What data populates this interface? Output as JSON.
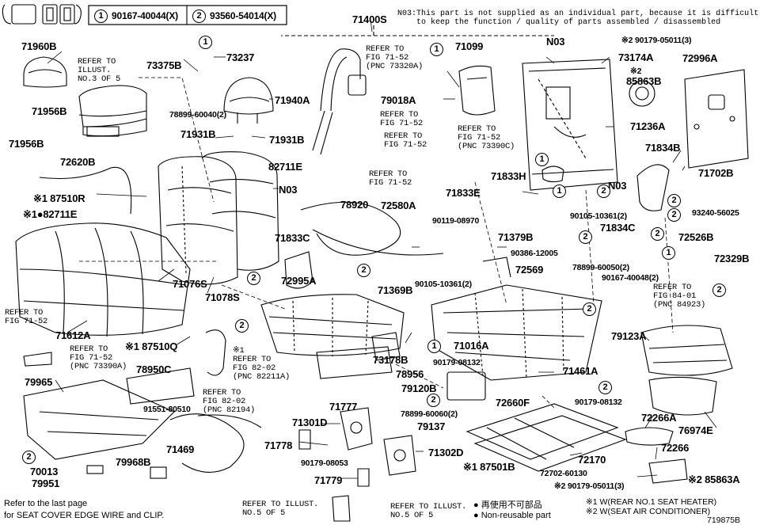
{
  "header": {
    "legend_part_1_num": "1",
    "legend_part_1": "90167-40044(X)",
    "legend_part_2_num": "2",
    "legend_part_2": "93560-54014(X)",
    "main_part": "71400S",
    "note_n03": "N03:This part is not supplied as an individual part, because it is difficult\n    to keep the function / quality of parts assembled / disassembled"
  },
  "labels": {
    "p71960B": "71960B",
    "p73375B": "73375B",
    "p73237": "73237",
    "p71956B_a": "71956B",
    "p71956B_b": "71956B",
    "p78899_60040": "78899-60040(2)",
    "p71940A": "71940A",
    "p71931B_a": "71931B",
    "p71931B_b": "71931B",
    "p72620B": "72620B",
    "p87510R": "※1 87510R",
    "p82711E_a": "※1●82711E",
    "p82711E_b": "82711E",
    "pN03_a": "N03",
    "p71099": "71099",
    "p79018A": "79018A",
    "pN03_b": "N03",
    "p73174A": "73174A",
    "p90179_05011_top": "※2 90179-05011(3)",
    "p72996A": "72996A",
    "p85863B": "85863B",
    "p85863B_mark": "※2",
    "p71236A": "71236A",
    "p71834B": "71834B",
    "p71702B": "71702B",
    "p71833H": "71833H",
    "pN03_c": "N03",
    "p71833E": "71833E",
    "p78920": "78920",
    "p72580A": "72580A",
    "p90119_08970": "90119-08970",
    "p90105_10361_a": "90105-10361(2)",
    "p93240_56025": "93240-56025",
    "p71379B": "71379B",
    "p71834C": "71834C",
    "p72526B": "72526B",
    "p72329B": "72329B",
    "p71833C": "71833C",
    "p90386_12005": "90386-12005",
    "p78899_60050": "78899-60050(2)",
    "p72569": "72569",
    "p90167_40048": "90167-40048(2)",
    "p72995A": "72995A",
    "p90105_10361_b": "90105-10361(2)",
    "p71076S": "71076S",
    "p71078S": "71078S",
    "p71369B": "71369B",
    "p71612A": "71612A",
    "p87510Q": "※1 87510Q",
    "p71016A": "71016A",
    "p79123A": "79123A",
    "p78950C": "78950C",
    "p73178B": "73178B",
    "p90179_08132_a": "90179-08132",
    "p71461A": "71461A",
    "p79965": "79965",
    "p78956": "78956",
    "p79120B": "79120B",
    "p72660F": "72660F",
    "p90179_08132_b": "90179-08132",
    "p91551_80510": "91551-80510",
    "p71777": "71777",
    "p78899_60060": "78899-60060(2)",
    "p72266A": "72266A",
    "p71301D": "71301D",
    "p79137": "79137",
    "p76974E": "76974E",
    "p71469": "71469",
    "p71778": "71778",
    "p71302D": "71302D",
    "p72266": "72266",
    "p79968B": "79968B",
    "p90179_08053": "90179-08053",
    "p72170": "72170",
    "p70013": "70013",
    "p87501B": "※1 87501B",
    "p72702_60130": "72702-60130",
    "p79951": "79951",
    "p71779": "71779",
    "p90179_05011_bot": "※2 90179-05011(3)",
    "p85863A": "※2 85863A"
  },
  "refs": {
    "r_illust3": "REFER TO\nILLUST.\nNO.3 OF 5",
    "r_71_52_a": "REFER TO\nFIG 71-52\n(PNC 73320A)",
    "r_71_52_b": "REFER TO\nFIG 71-52",
    "r_71_52_c": "REFER TO\nFIG 71-52",
    "r_71_52_d": "REFER TO\nFIG 71-52\n(PNC 73390C)",
    "r_71_52_e": "REFER TO\nFIG 71-52",
    "r_71_52_f": "REFER TO\nFIG 71-52",
    "r_71_52_g": "REFER TO\nFIG 71-52\n(PNC 73390A)",
    "r_82_02_a": "※1\nREFER TO\nFIG 82-02\n(PNC 82211A)",
    "r_82_02_b": "REFER TO\nFIG 82-02\n(PNC 82194)",
    "r_84_01": "REFER TO\nFIG 84-01\n(PNC 84923)",
    "r_illust5_a": "REFER TO ILLUST.\nNO.5 OF 5",
    "r_illust5_b": "REFER TO ILLUST.\nNO.5 OF 5"
  },
  "footer": {
    "refer_last_1": "Refer to the last page",
    "refer_last_2": "for SEAT COVER EDGE WIRE and CLIP.",
    "nonreuse_jp": "● 再使用不可部品",
    "nonreuse_en": "● Non-reusable part",
    "note1": "※1 W(REAR NO.1 SEAT HEATER)",
    "note2": "※2 W(SEAT AIR CONDITIONER)",
    "figure_id": "719875B"
  },
  "callouts": [
    "1",
    "2"
  ]
}
